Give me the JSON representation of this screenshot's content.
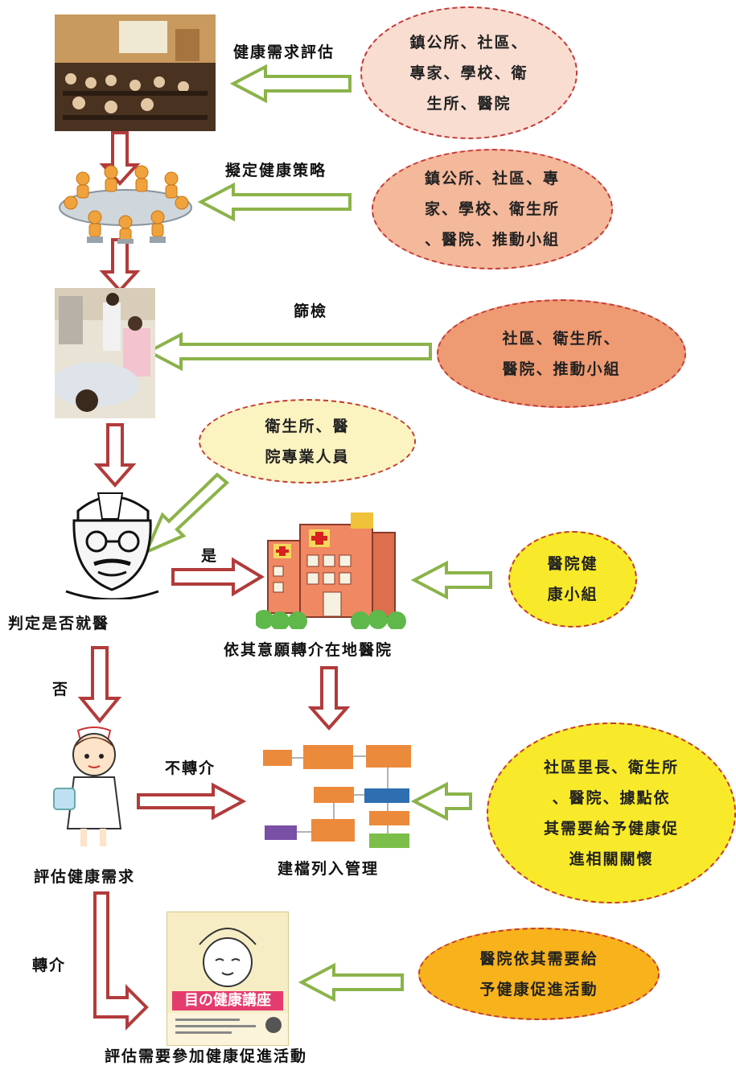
{
  "steps": {
    "needs_assessment": "健康需求評估",
    "strategy": "擬定健康策略",
    "screening": "篩檢",
    "judge": "判定是否就醫",
    "referral_hospital": "依其意願轉介在地醫院",
    "assess_needs": "評估健康需求",
    "file_management": "建檔列入管理",
    "activities": "評估需要參加健康促進活動"
  },
  "branches": {
    "yes": "是",
    "no": "否",
    "no_referral": "不轉介",
    "referral": "轉介"
  },
  "ovals": {
    "o1": "鎮公所、社區、\n專家、學校、衛\n生所、醫院",
    "o2": "鎮公所、社區、專\n家、學校、衛生所\n、醫院、推動小組",
    "o3": "社區、衛生所、\n醫院、推動小組",
    "o4": "衛生所、醫\n院專業人員",
    "o5": "醫院健\n康小組",
    "o6": "社區里長、衛生所\n、醫院、據點依\n其需要給予健康促\n進相關關懷",
    "o7": "醫院依其需要給\n予健康促進活動"
  },
  "poster": {
    "title": "目の健康講座"
  },
  "colors": {
    "red_arrow": "#b23b3b",
    "green_arrow": "#8bb34a",
    "oval_pink": "#f9ddd0",
    "oval_salmon": "#f4b89a",
    "oval_orange": "#ee9a72",
    "oval_cream": "#fbf3c0",
    "oval_yellow": "#f8ea2a",
    "oval_gold": "#f7b21c"
  }
}
